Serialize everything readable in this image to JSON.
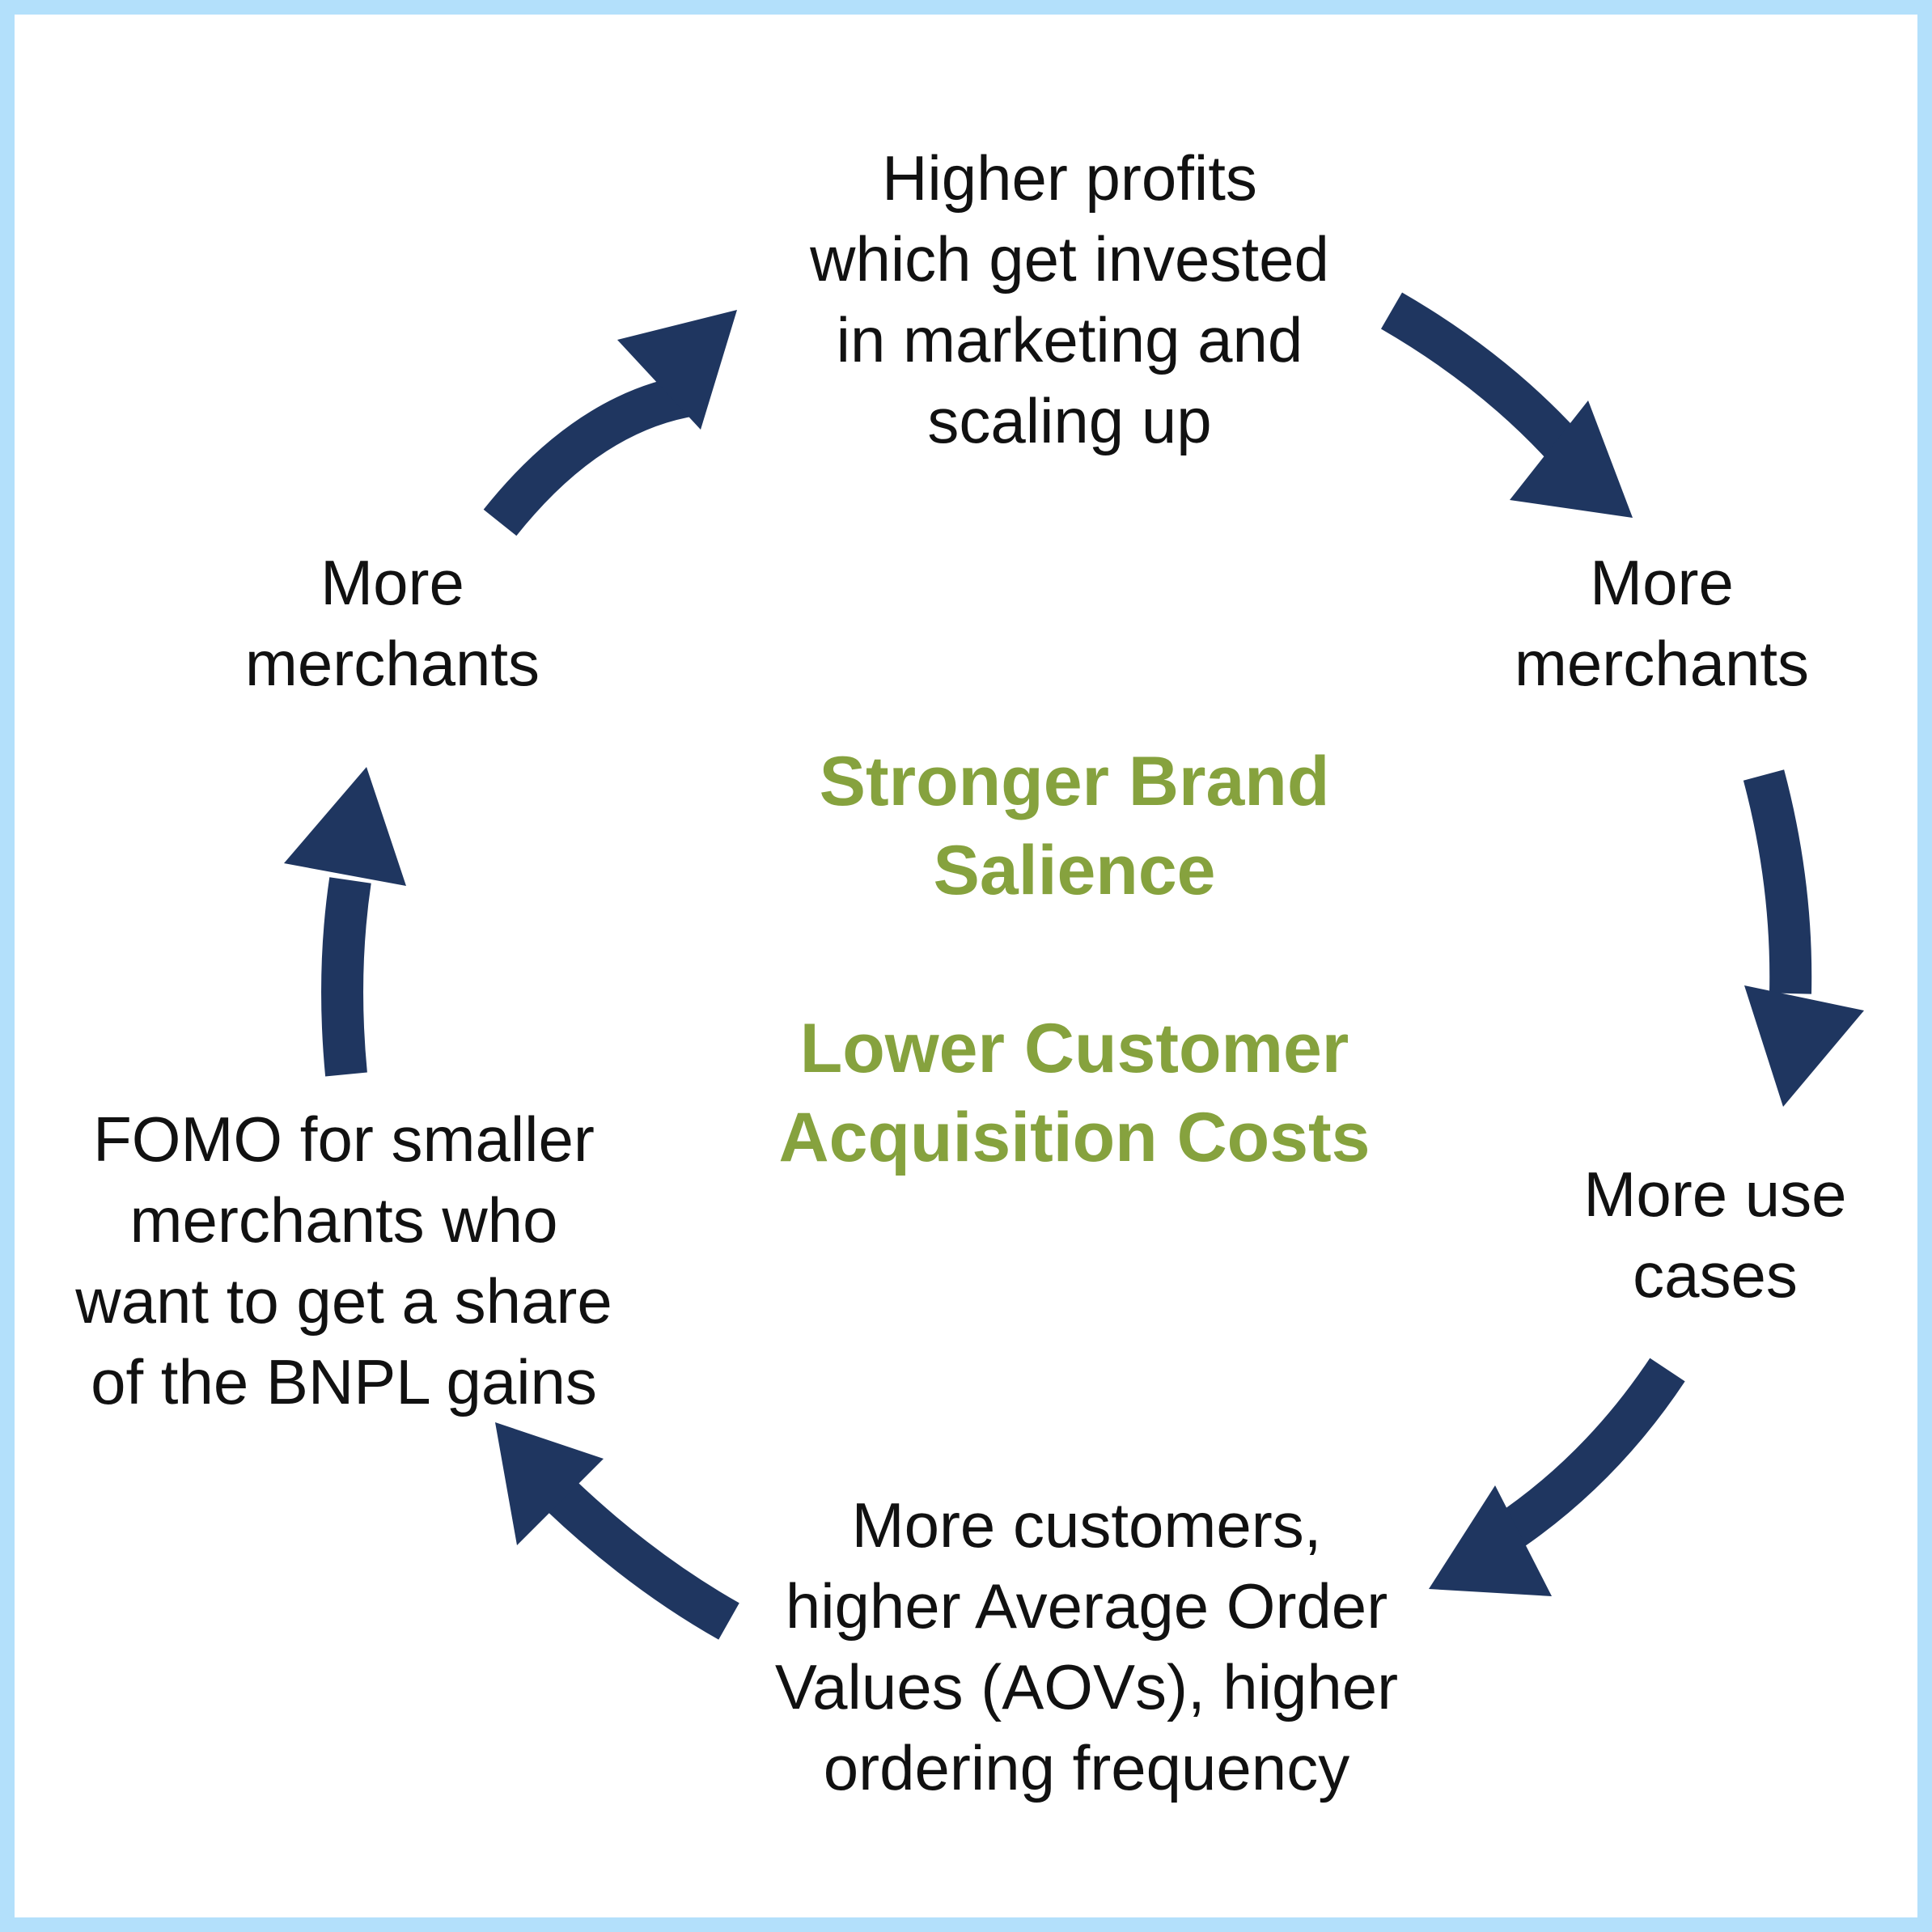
{
  "diagram": {
    "nodes": {
      "top": "Higher profits\nwhich get invested\nin marketing and\nscaling up",
      "top_right": "More\nmerchants",
      "right": "More use\ncases",
      "bottom": "More customers,\nhigher Average Order\nValues (AOVs), higher\nordering frequency",
      "left": "FOMO for smaller\nmerchants who\nwant to get a share\nof the BNPL gains",
      "top_left": "More\nmerchants"
    },
    "center": {
      "line1": "Stronger Brand\nSalience",
      "line2": "Lower Customer\nAcquisition Costs"
    },
    "colors": {
      "border": "#b3e0fb",
      "arrow": "#1f3660",
      "center_text": "#86a23e",
      "node_text": "#111111"
    }
  }
}
